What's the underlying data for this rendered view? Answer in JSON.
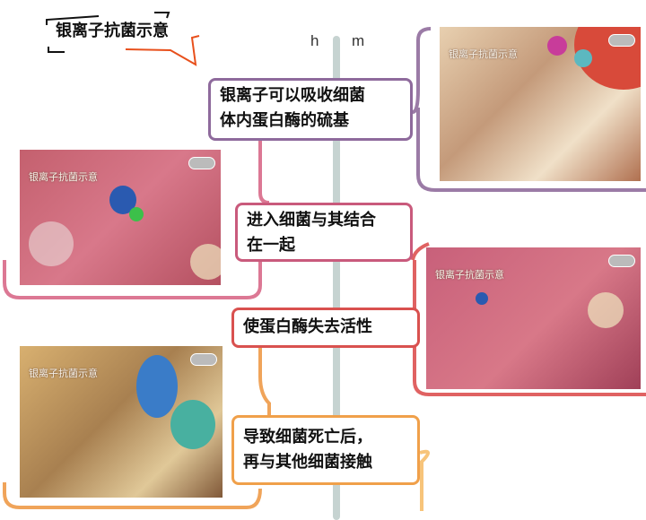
{
  "title": "银离子抗菌示意",
  "axis_labels": {
    "left": "h",
    "right": "m"
  },
  "steps": [
    {
      "text_line1": "银离子可以吸收细菌",
      "text_line2": "体内蛋白酶的硫基",
      "color": "#8e6a9c"
    },
    {
      "text_line1": "进入细菌与其结合",
      "text_line2": "在一起",
      "color": "#c95a7c"
    },
    {
      "text_line1": "使蛋白酶失去活性",
      "color": "#d9514f"
    },
    {
      "text_line1": "导致细菌死亡后，",
      "text_line2": "再与其他细菌接触",
      "color": "#f0a04a"
    }
  ],
  "images": [
    {
      "watermark": "银离子抗菌示意"
    },
    {
      "watermark": "银离子抗菌示意"
    },
    {
      "watermark": "银离子抗菌示意"
    },
    {
      "watermark": "银离子抗菌示意"
    }
  ]
}
